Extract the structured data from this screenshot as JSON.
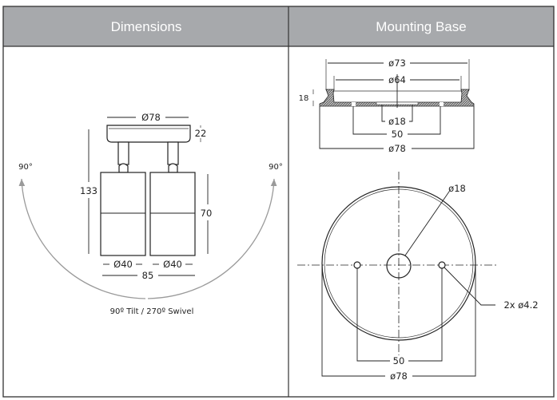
{
  "headers": {
    "dimensions": "Dimensions",
    "mounting_base": "Mounting Base"
  },
  "dimensions_view": {
    "base_diameter": "Ø78",
    "base_height": "22",
    "overall_height": "133",
    "head_height": "70",
    "head_diameter_left": "Ø40",
    "head_diameter_right": "Ø40",
    "overall_width": "85",
    "angle_left": "90°",
    "angle_right": "90°",
    "caption": "90º Tilt / 270º Swivel"
  },
  "mounting_base_section": {
    "outer_top_diameter": "ø73",
    "inner_top_diameter": "ø64",
    "height": "18",
    "center_hole": "ø18",
    "hole_spacing": "50",
    "base_diameter": "ø78"
  },
  "mounting_base_plan": {
    "center_hole": "ø18",
    "fixing_holes": "2x ø4.2",
    "hole_spacing": "50",
    "base_diameter": "ø78"
  },
  "colors": {
    "header_bg": "#a7a9ac",
    "border": "#333333",
    "arc": "#9a9a9a"
  }
}
